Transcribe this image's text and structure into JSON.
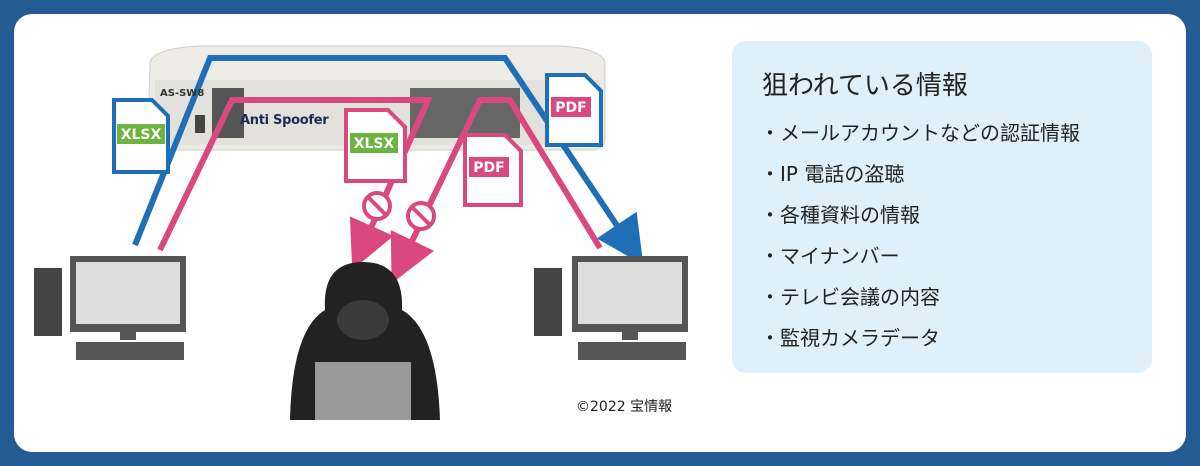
{
  "device": {
    "model": "AS-SW8",
    "brand": "Anti Spoofer"
  },
  "files": {
    "xlsx_label": "XLSX",
    "pdf_label": "PDF"
  },
  "panel": {
    "title": "狙われている情報",
    "items": [
      "メールアカウントなどの認証情報",
      "IP 電話の盗聴",
      "各種資料の情報",
      "マイナンバー",
      "テレビ会議の内容",
      "監視カメラデータ"
    ]
  },
  "copyright": "©2022 宝情報",
  "colors": {
    "frame": "#235b94",
    "blue_line": "#1f6fb8",
    "pink_line": "#d9497f",
    "xlsx": "#6db33f",
    "panel": "#dff0fa"
  }
}
